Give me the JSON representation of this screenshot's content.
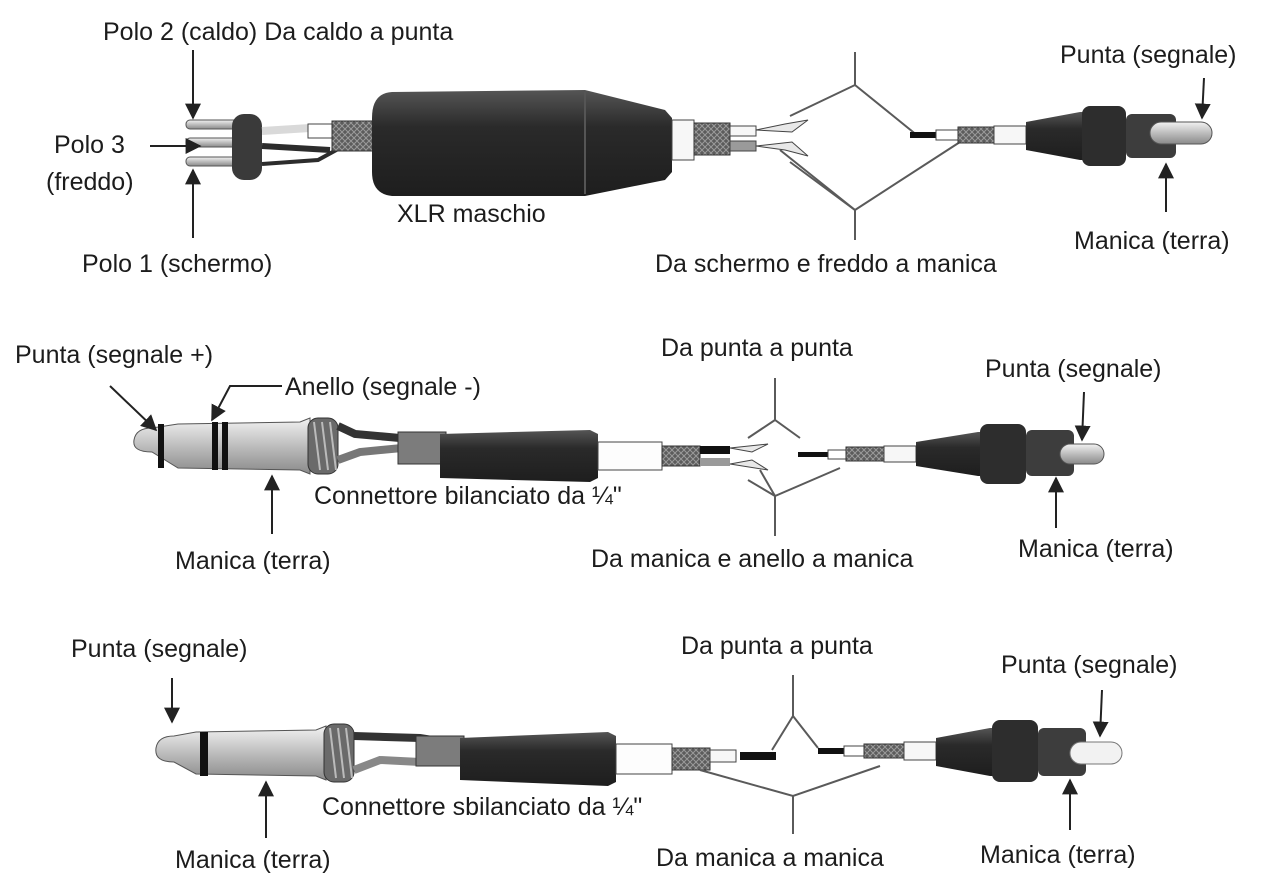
{
  "colors": {
    "body_dark": "#2f2f2f",
    "body_mid": "#4a4a4a",
    "metal_light": "#cfcfcf",
    "braid": "#6b6b6b",
    "line": "#5a5a5a",
    "text": "#1c1c1c"
  },
  "xlr_to_rca": {
    "pin2_label": "Polo 2 (caldo) Da caldo a punta",
    "pin3_label_line1": "Polo 3",
    "pin3_label_line2": "(freddo)",
    "pin1_label": "Polo 1 (schermo)",
    "connector_label": "XLR maschio",
    "join_label": "Da schermo e freddo a manica",
    "rca_tip_label": "Punta (segnale)",
    "rca_sleeve_label": "Manica (terra)"
  },
  "trs_to_rca": {
    "tip_label": "Punta (segnale +)",
    "ring_label": "Anello (segnale -)",
    "sleeve_label": "Manica (terra)",
    "connector_label": "Connettore bilanciato da ¼\"",
    "tip_join_label": "Da punta a punta",
    "sleeve_join_label": "Da manica e anello a manica",
    "rca_tip_label": "Punta (segnale)",
    "rca_sleeve_label": "Manica (terra)"
  },
  "ts_to_rca": {
    "tip_label": "Punta (segnale)",
    "sleeve_label": "Manica (terra)",
    "connector_label": "Connettore sbilanciato da ¼\"",
    "tip_join_label": "Da punta a punta",
    "sleeve_join_label": "Da manica a manica",
    "rca_tip_label": "Punta (segnale)",
    "rca_sleeve_label": "Manica (terra)"
  }
}
